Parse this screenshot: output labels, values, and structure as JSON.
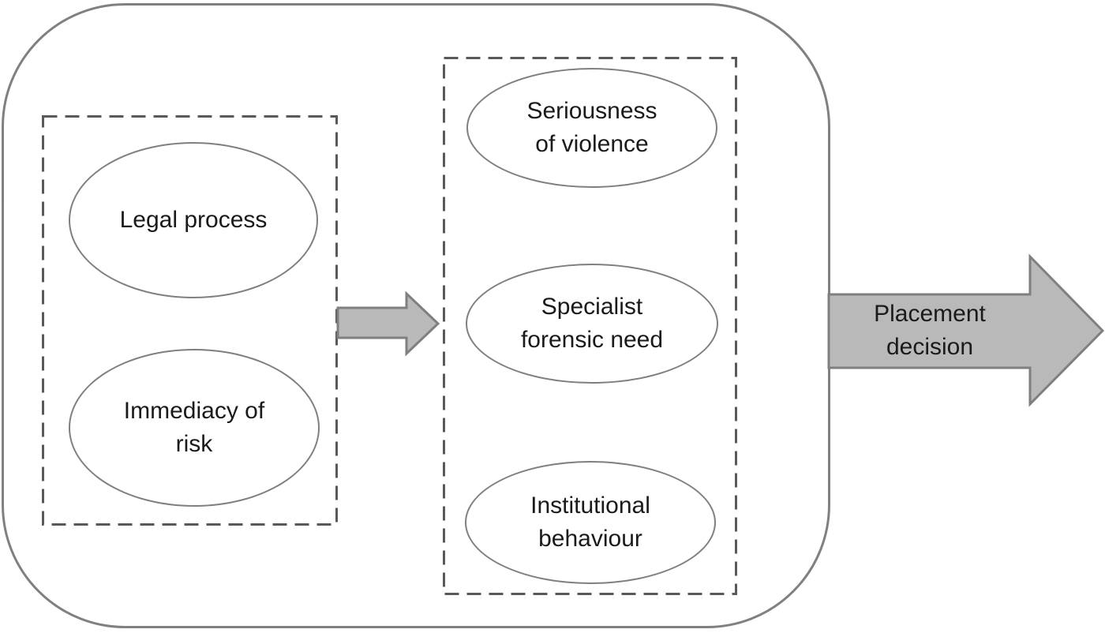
{
  "colors": {
    "background": "#ffffff",
    "outer_outline": "#808080",
    "dashed_box_outline": "#595959",
    "ellipse_outline": "#7f7f7f",
    "arrow_fill": "#b9b9b9",
    "arrow_stroke": "#7f7f7f",
    "text": "#1a1a1a"
  },
  "diagram": {
    "left_group": {
      "ellipses": [
        {
          "label": "Legal process"
        },
        {
          "label": "Immediacy of\nrisk"
        }
      ]
    },
    "middle_group": {
      "ellipses": [
        {
          "label": "Seriousness\nof violence"
        },
        {
          "label": "Specialist\nforensic need"
        },
        {
          "label": "Institutional\nbehaviour"
        }
      ]
    },
    "output_arrow": {
      "label": "Placement\ndecision"
    }
  }
}
